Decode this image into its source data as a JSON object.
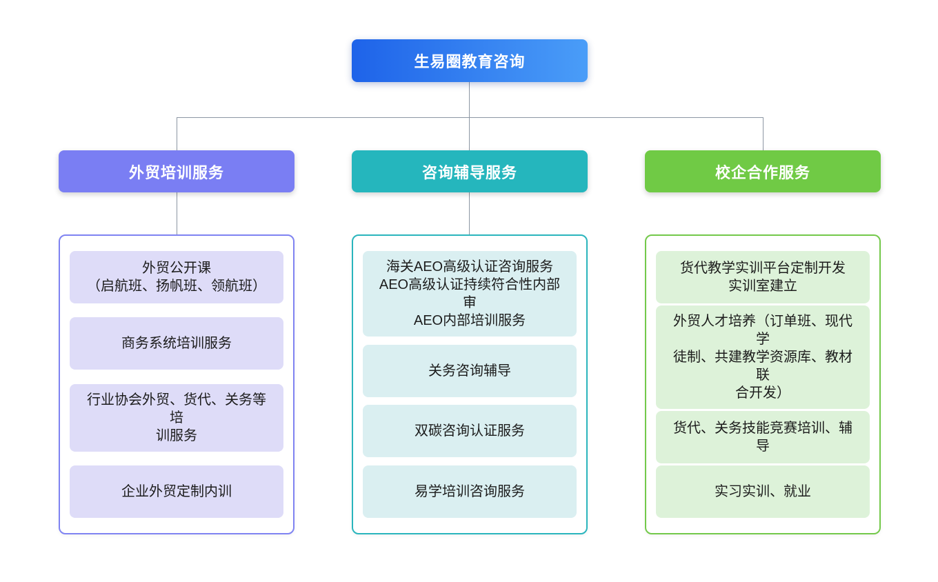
{
  "root": {
    "title": "生易圈教育咨询",
    "gradient_left": "#1e63e9",
    "gradient_right": "#4a9df8"
  },
  "connector_color": "#8c96a3",
  "branches": [
    {
      "title": "外贸培训服务",
      "header_color": "#7a7ef3",
      "border_color": "#7f83f2",
      "item_bg_color": "#dedcf8",
      "items": [
        {
          "text": "外贸公开课\n（启航班、扬帆班、领航班）"
        },
        {
          "text": "商务系统培训服务"
        },
        {
          "text": "行业协会外贸、货代、关务等培\n训服务"
        },
        {
          "text": "企业外贸定制内训"
        }
      ]
    },
    {
      "title": "咨询辅导服务",
      "header_color": "#25b6bd",
      "border_color": "#2ab5bd",
      "item_bg_color": "#daeff1",
      "items": [
        {
          "text": "海关AEO高级认证咨询服务\nAEO高级认证持续符合性内部审\nAEO内部培训服务"
        },
        {
          "text": "关务咨询辅导"
        },
        {
          "text": "双碳咨询认证服务"
        },
        {
          "text": "易学培训咨询服务"
        }
      ]
    },
    {
      "title": "校企合作服务",
      "header_color": "#70ca45",
      "border_color": "#73c94a",
      "item_bg_color": "#ddf2d9",
      "items": [
        {
          "text": "货代教学实训平台定制开发\n实训室建立"
        },
        {
          "text": "外贸人才培养（订单班、现代学\n徒制、共建教学资源库、教材联\n合开发）"
        },
        {
          "text": "货代、关务技能竞赛培训、辅导"
        },
        {
          "text": "实习实训、就业"
        }
      ]
    }
  ]
}
